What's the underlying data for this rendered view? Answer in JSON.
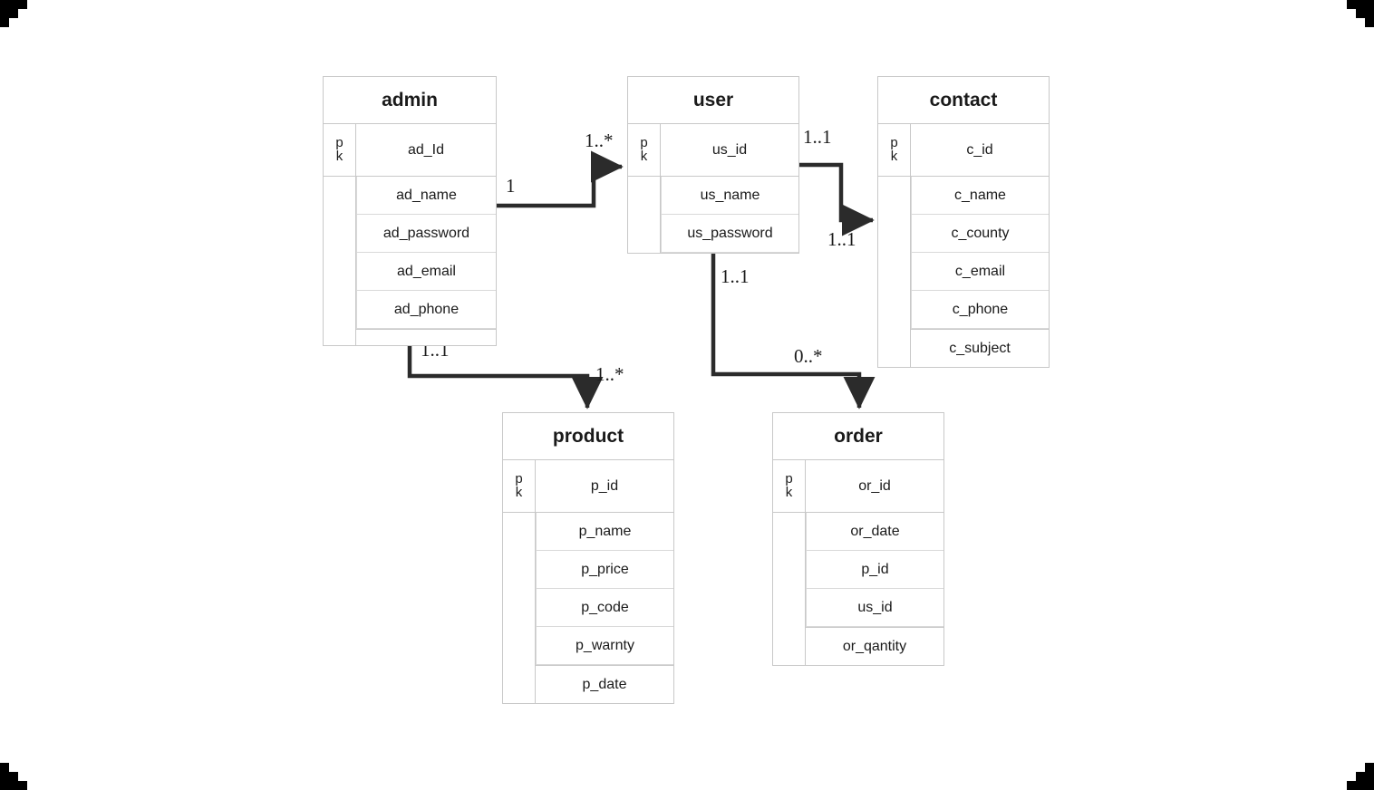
{
  "diagram": {
    "type": "entity-relationship-diagram",
    "background": "#ffffff",
    "line_color": "#2b2b2b",
    "border_color": "#c8c8c8"
  },
  "entities": {
    "admin": {
      "title": "admin",
      "pk_label_line1": "p",
      "pk_label_line2": "k",
      "fields": [
        "ad_Id",
        "ad_name",
        "ad_password",
        "ad_email",
        "ad_phone"
      ]
    },
    "user": {
      "title": "user",
      "pk_label_line1": "p",
      "pk_label_line2": "k",
      "fields": [
        "us_id",
        "us_name",
        "us_password"
      ]
    },
    "contact": {
      "title": "contact",
      "pk_label_line1": "p",
      "pk_label_line2": "k",
      "fields": [
        "c_id",
        "c_name",
        "c_county",
        "c_email",
        "c_phone",
        "c_subject"
      ]
    },
    "product": {
      "title": "product",
      "pk_label_line1": "p",
      "pk_label_line2": "k",
      "fields": [
        "p_id",
        "p_name",
        "p_price",
        "p_code",
        "p_warnty",
        "p_date"
      ]
    },
    "order": {
      "title": "order",
      "pk_label_line1": "p",
      "pk_label_line2": "k",
      "fields": [
        "or_id",
        "or_date",
        "p_id",
        "us_id",
        "or_qantity"
      ]
    }
  },
  "relationships": [
    {
      "id": "admin-user",
      "from": "admin",
      "to": "user",
      "source_card": "1",
      "target_card": "1..*"
    },
    {
      "id": "user-contact",
      "from": "user",
      "to": "contact",
      "source_card": "1..1",
      "target_card": "1..1"
    },
    {
      "id": "admin-product",
      "from": "admin",
      "to": "product",
      "source_card": "1..1",
      "target_card": "1..*"
    },
    {
      "id": "user-order",
      "from": "user",
      "to": "order",
      "source_card": "1..1",
      "target_card": "0..*"
    }
  ]
}
